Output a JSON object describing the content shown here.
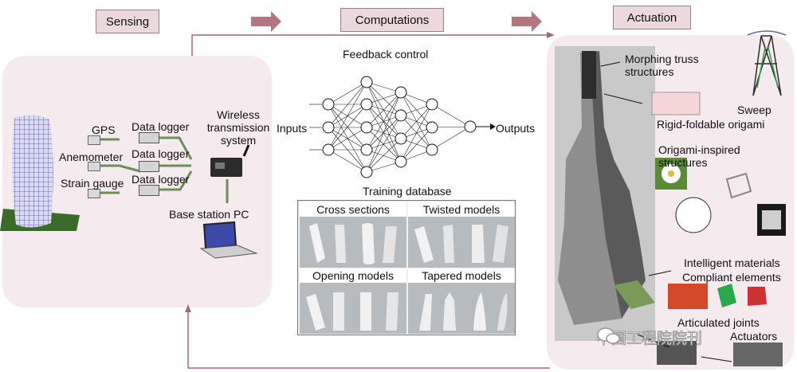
{
  "headers": {
    "sensing": "Sensing",
    "computations": "Computations",
    "actuation": "Actuation"
  },
  "sensing": {
    "sensors": [
      "GPS",
      "Anemometer",
      "Strain gauge"
    ],
    "logger": "Data logger",
    "wireless": [
      "Wireless",
      "transmission",
      "system"
    ],
    "base_station": "Base station PC"
  },
  "computations": {
    "feedback": "Feedback control",
    "inputs": "Inputs",
    "outputs": "Outputs",
    "training": "Training database",
    "db_sections": [
      "Cross sections",
      "Twisted models",
      "Opening models",
      "Tapered models"
    ]
  },
  "actuation": {
    "morphing": [
      "Morphing truss",
      "structures"
    ],
    "sweep": "Sweep",
    "rigid_foldable": "Rigid-foldable origami",
    "origami_inspired": [
      "Origami-inspired",
      "structures"
    ],
    "intelligent": "Intelligent materials",
    "compliant": "Compliant elements",
    "articulated": "Articulated joints",
    "actuators": "Actuators"
  },
  "watermark": "中国工程院院刊",
  "colors": {
    "header_fill": "#ecd9de",
    "panel_fill": "#f5eaed",
    "arrow": "#b07a82",
    "wire": "#5a7a4a"
  }
}
